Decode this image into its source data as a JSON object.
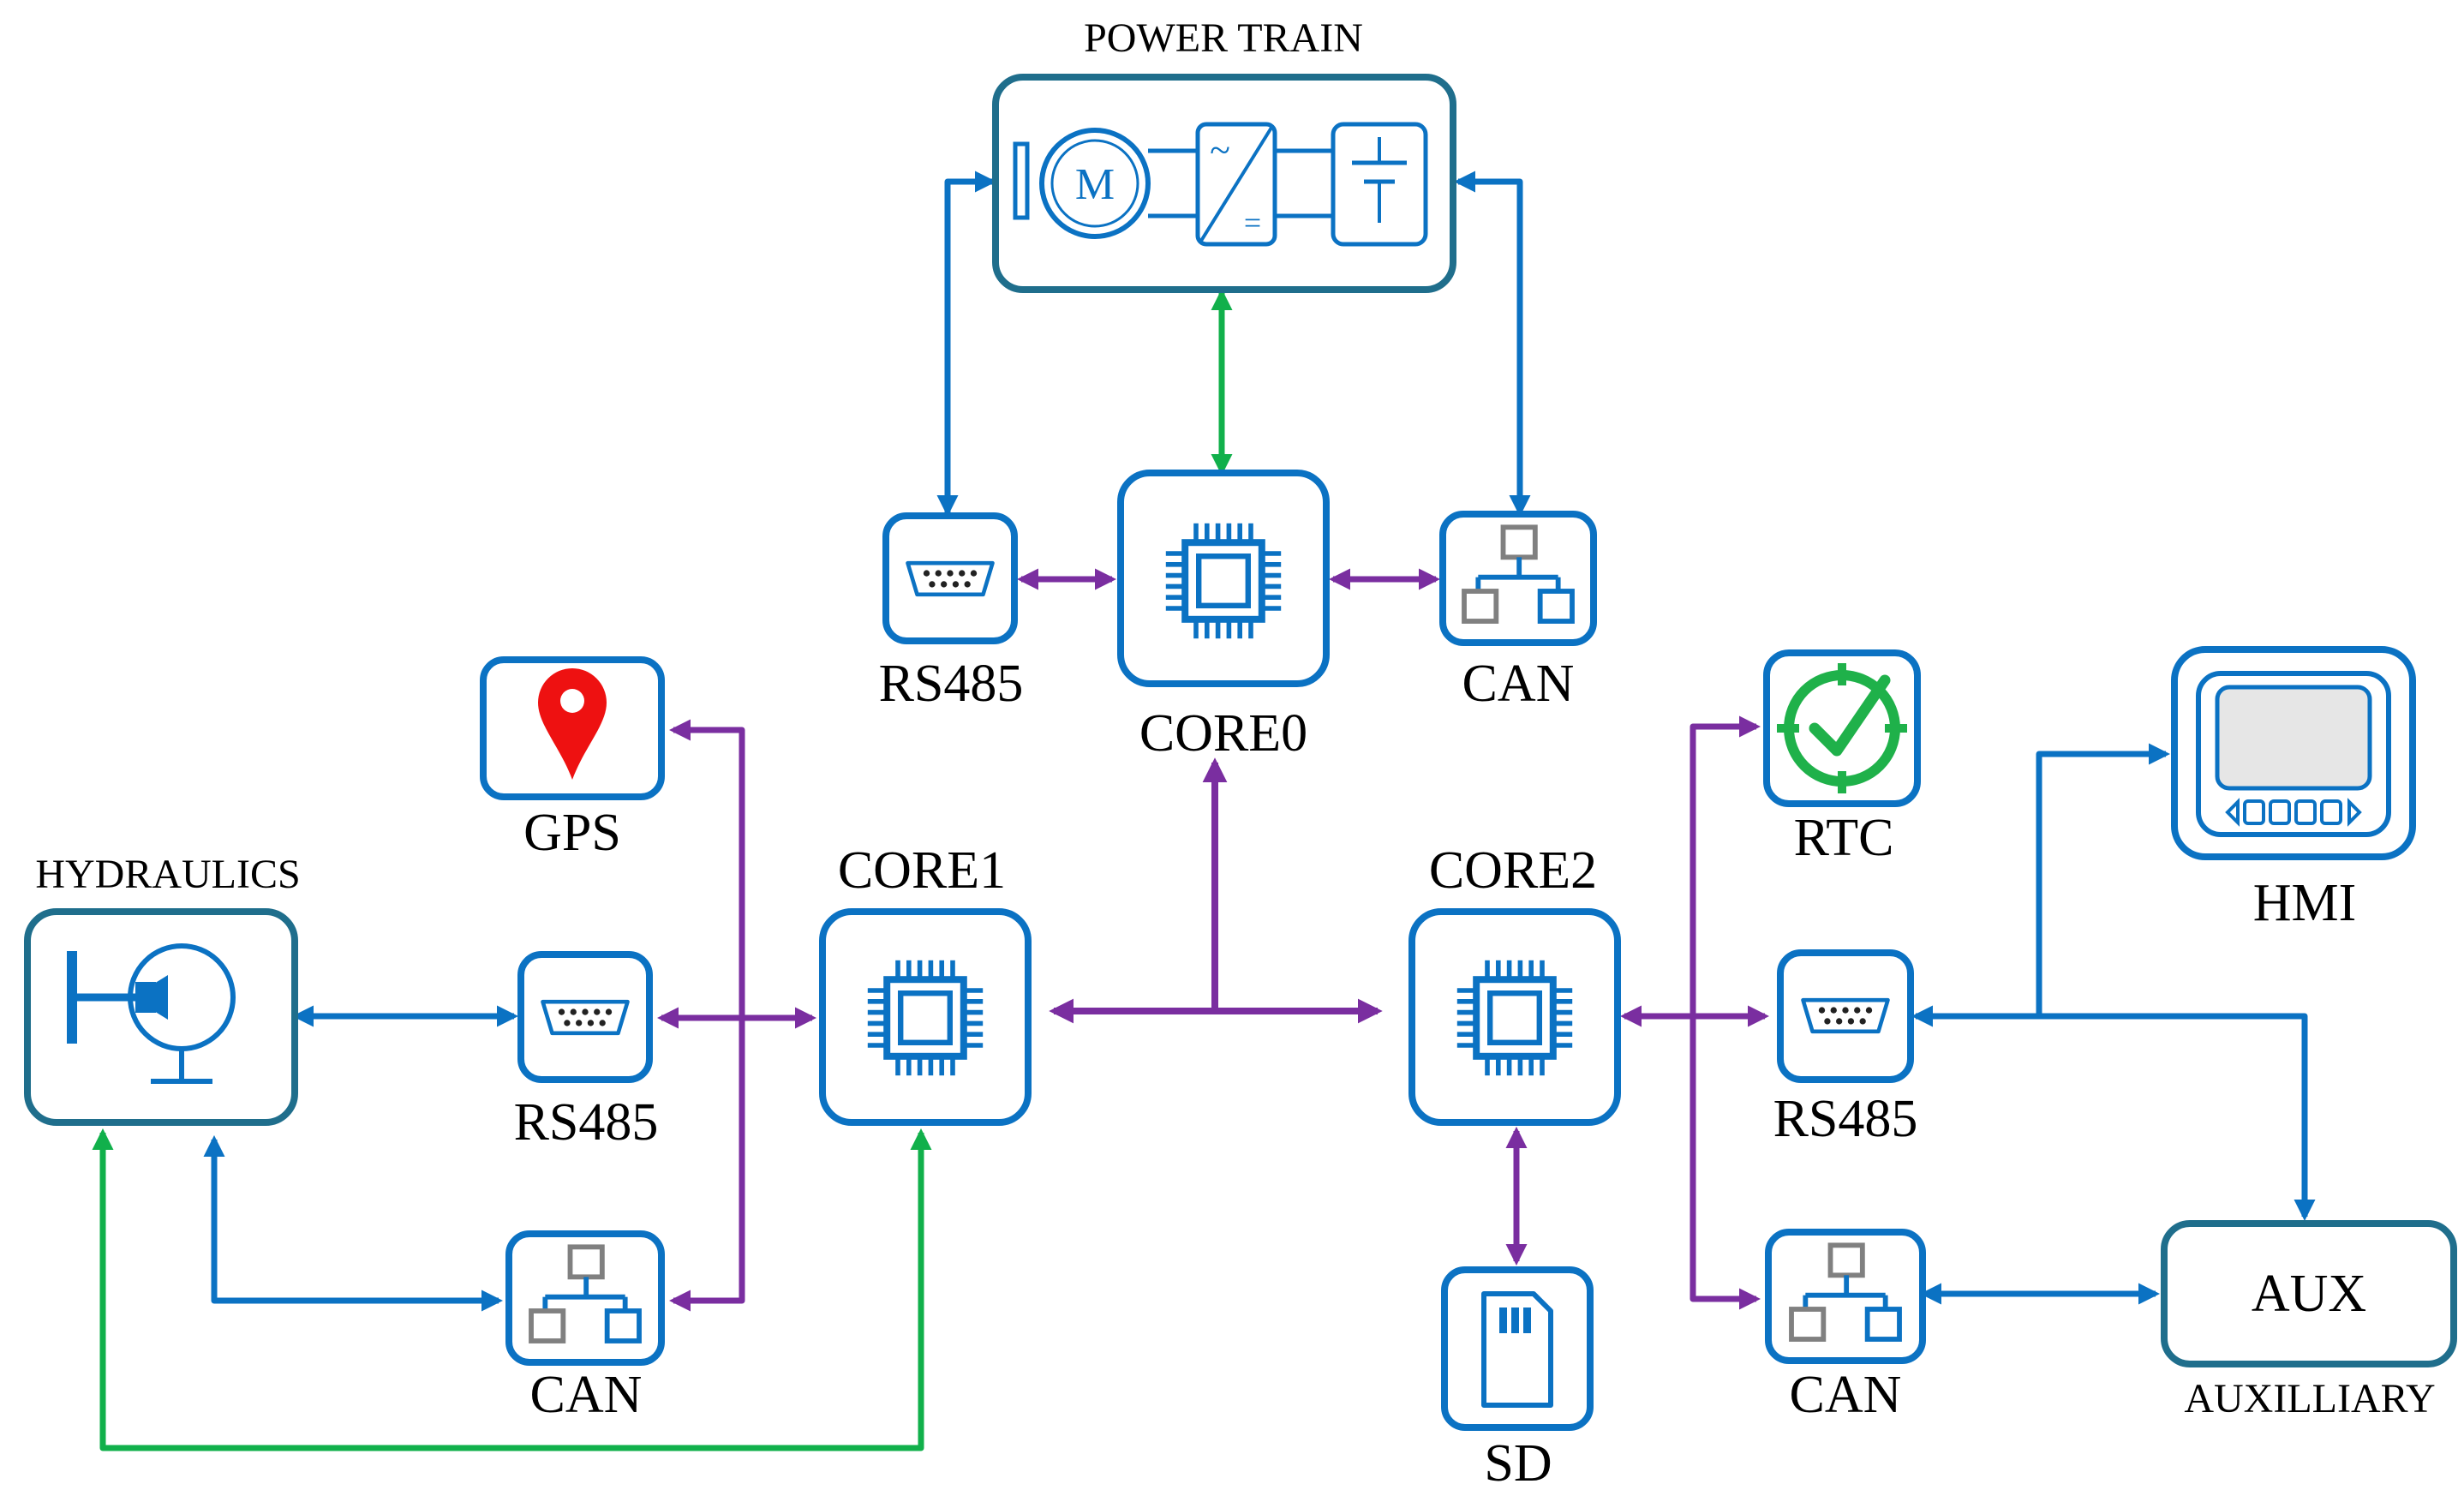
{
  "labels": {
    "power_train": "POWER TRAIN",
    "hydraulics": "HYDRAULICS",
    "auxilliary": "AUXILLIARY",
    "core0": "CORE0",
    "core1": "CORE1",
    "core2": "CORE2",
    "rs485_core0": "RS485",
    "can_core0": "CAN",
    "gps": "GPS",
    "rs485_core1": "RS485",
    "can_core1": "CAN",
    "rtc": "RTC",
    "hmi": "HMI",
    "rs485_core2": "RS485",
    "can_core2": "CAN",
    "sd": "SD",
    "aux": "AUX",
    "motor_symbol": "M",
    "ac_symbol": "~",
    "dc_symbol": "="
  },
  "colors": {
    "blue": "#0b72c3",
    "purple": "#7a2ea0",
    "green": "#11b04b",
    "teal_border": "#1f6e8c",
    "gps_pin": "#ee1111",
    "rtc_green": "#1fb14a",
    "network_gray": "#808080",
    "hmi_screen": "#e6e6e6"
  },
  "icons": {
    "core": "microchip-icon",
    "rs485": "serial-connector-icon",
    "can": "network-topology-icon",
    "gps": "map-pin-icon",
    "rtc": "clock-check-icon",
    "sd": "sd-card-icon",
    "hmi": "display-panel-icon",
    "motor": "motor-icon",
    "inverter": "inverter-icon",
    "battery": "battery-icon",
    "hydraulics": "hydraulic-pump-icon"
  }
}
